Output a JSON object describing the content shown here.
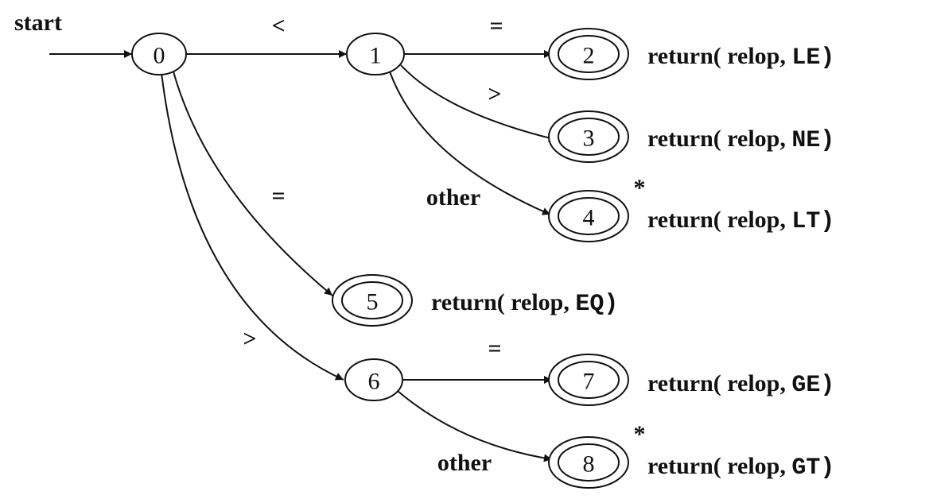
{
  "diagram": {
    "start_label": "start",
    "states": [
      {
        "id": "0",
        "label": "0",
        "accepting": false
      },
      {
        "id": "1",
        "label": "1",
        "accepting": false
      },
      {
        "id": "2",
        "label": "2",
        "accepting": true,
        "action": {
          "prefix": "return( relop, ",
          "token": "LE)"
        }
      },
      {
        "id": "3",
        "label": "3",
        "accepting": true,
        "action": {
          "prefix": "return( relop, ",
          "token": "NE)"
        }
      },
      {
        "id": "4",
        "label": "4",
        "accepting": true,
        "retract_mark": "*",
        "action": {
          "prefix": "return( relop, ",
          "token": "LT)"
        }
      },
      {
        "id": "5",
        "label": "5",
        "accepting": true,
        "action": {
          "prefix": "return( relop, ",
          "token": "EQ)"
        }
      },
      {
        "id": "6",
        "label": "6",
        "accepting": false
      },
      {
        "id": "7",
        "label": "7",
        "accepting": true,
        "action": {
          "prefix": "return( relop, ",
          "token": "GE)"
        }
      },
      {
        "id": "8",
        "label": "8",
        "accepting": true,
        "retract_mark": "*",
        "action": {
          "prefix": "return( relop, ",
          "token": "GT)"
        }
      }
    ],
    "transitions": [
      {
        "from": "0",
        "to": "1",
        "label": "<"
      },
      {
        "from": "1",
        "to": "2",
        "label": "="
      },
      {
        "from": "1",
        "to": "3",
        "label": ">"
      },
      {
        "from": "1",
        "to": "4",
        "label": "other"
      },
      {
        "from": "0",
        "to": "5",
        "label": "="
      },
      {
        "from": "0",
        "to": "6",
        "label": ">"
      },
      {
        "from": "6",
        "to": "7",
        "label": "="
      },
      {
        "from": "6",
        "to": "8",
        "label": "other"
      }
    ]
  }
}
